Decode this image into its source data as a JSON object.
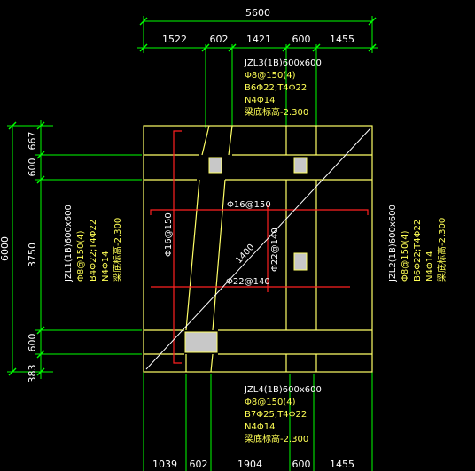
{
  "dimensions": {
    "top_total": "5600",
    "top_segments": [
      "1522",
      "602",
      "1421",
      "600",
      "1455"
    ],
    "bottom_segments": [
      "1039",
      "602",
      "1904",
      "600",
      "1455"
    ],
    "left_total": "6000",
    "left_segments": [
      "667",
      "600",
      "3750",
      "600",
      "383"
    ]
  },
  "beams": {
    "top": [
      "JZL3(1B)600x600",
      "Φ8@150(4)",
      "B6Φ22;T4Φ22",
      "N4Φ14",
      "梁底标高-2.300"
    ],
    "left": [
      "JZL1(1B)600x600",
      "Φ8@150(4)",
      "B4Φ22;T4Φ22",
      "N4Φ14",
      "梁底标高-2.300"
    ],
    "right": [
      "JZL2(1B)600x600",
      "Φ8@150(4)",
      "B6Φ22;T4Φ22",
      "N4Φ14",
      "梁底标高-2.300"
    ],
    "bottom": [
      "JZL4(1B)600x600",
      "Φ8@150(4)",
      "B7Φ25;T4Φ22",
      "N4Φ14",
      "梁底标高-2.300"
    ]
  },
  "rebar": {
    "r1": "Φ16@150",
    "r2": "Φ16@150",
    "r3": "Φ22@140",
    "r4": "Φ22@140",
    "diag": "1400"
  },
  "colors": {
    "background": "#000000",
    "dimension": "#00ff00",
    "slab": "#ffff66",
    "rebar_red": "#ff2020",
    "label_yellow": "#ffff55",
    "column_fill": "#c8c8c8"
  }
}
